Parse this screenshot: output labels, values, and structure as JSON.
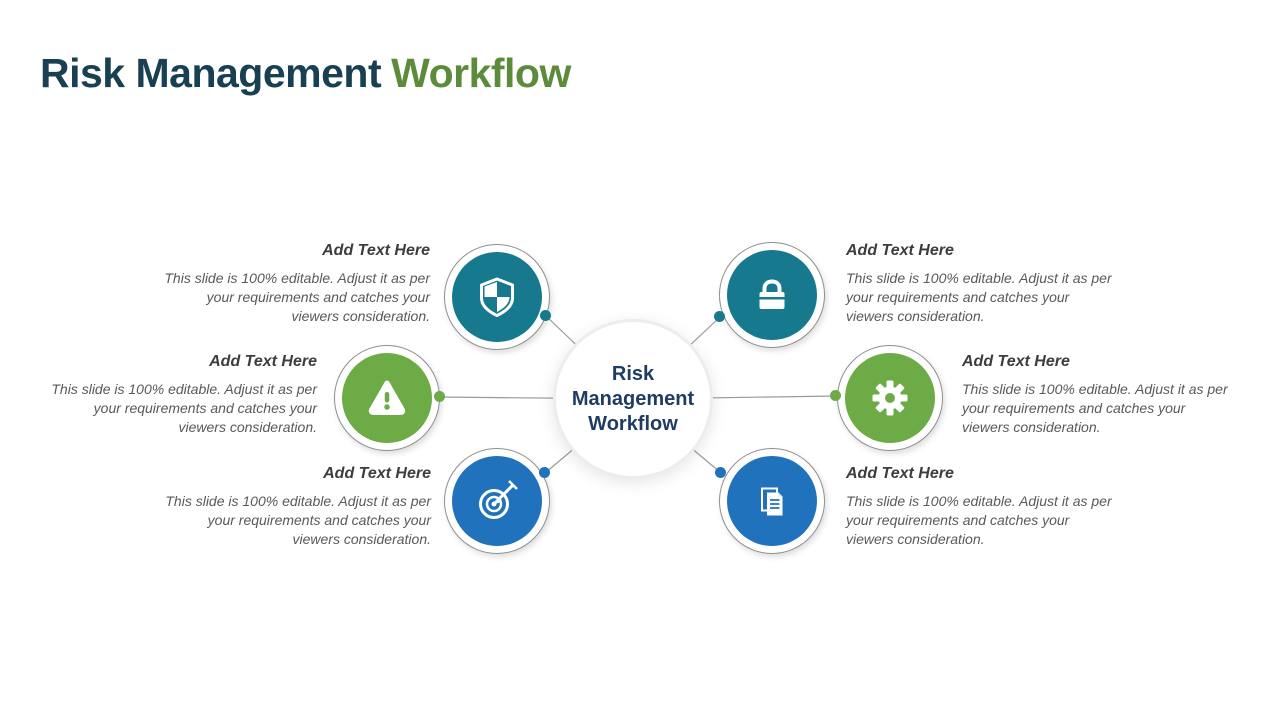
{
  "slide": {
    "title": {
      "primary": "Risk Management",
      "accent": "Workflow"
    },
    "hub_label": "Risk Management Workflow"
  },
  "colors": {
    "title_primary": "#193F52",
    "title_accent": "#5D8B3C",
    "hub_text": "#1F3C63",
    "teal": "#16798E",
    "green": "#6DAB46",
    "blue": "#2172BC",
    "heading_text": "#3d3d3d",
    "body_text": "#595959"
  },
  "nodes": [
    {
      "position": "top-left",
      "icon": "shield-icon",
      "color": "#16798E",
      "heading": "Add Text Here",
      "body": "This slide is 100% editable. Adjust it as per your requirements and catches your viewers consideration."
    },
    {
      "position": "top-right",
      "icon": "briefcase-icon",
      "color": "#16798E",
      "heading": "Add Text Here",
      "body": "This slide is 100% editable. Adjust it as per your requirements and catches your viewers consideration."
    },
    {
      "position": "middle-left",
      "icon": "warning-icon",
      "color": "#6DAB46",
      "heading": "Add Text Here",
      "body": "This slide is 100% editable. Adjust it as per your requirements and catches your viewers consideration."
    },
    {
      "position": "middle-right",
      "icon": "gear-icon",
      "color": "#6DAB46",
      "heading": "Add Text Here",
      "body": "This slide is 100% editable. Adjust it as per your requirements and catches your viewers consideration."
    },
    {
      "position": "bottom-left",
      "icon": "target-icon",
      "color": "#2172BC",
      "heading": "Add Text Here",
      "body": "This slide is 100% editable. Adjust it as per your requirements and catches your viewers consideration."
    },
    {
      "position": "bottom-right",
      "icon": "document-icon",
      "color": "#2172BC",
      "heading": "Add Text Here",
      "body": "This slide is 100% editable. Adjust it as per your requirements and catches your viewers consideration."
    }
  ]
}
